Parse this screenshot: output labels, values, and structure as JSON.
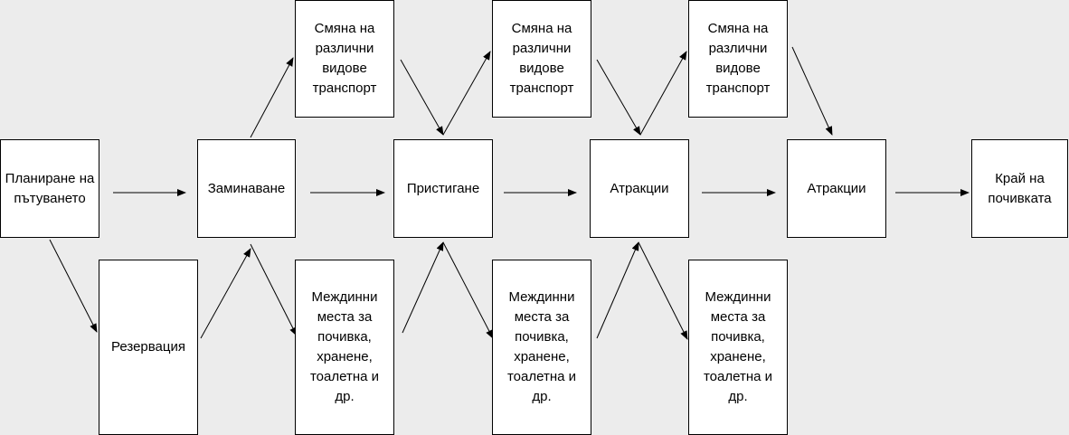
{
  "diagram": {
    "type": "flowchart",
    "nodes": {
      "plan": "Планиране на пътуването",
      "reservation": "Резервация",
      "departure": "Заминаване",
      "transport_1": "Смяна на различни видове транспорт",
      "stop_1": "Междинни места за почивка, хранене, тоалетна и др.",
      "arrival": "Пристигане",
      "transport_2": "Смяна на различни видове транспорт",
      "stop_2": "Междинни места за почивка, хранене, тоалетна и др.",
      "attractions_1": "Атракции",
      "transport_3": "Смяна на различни видове транспорт",
      "stop_3": "Междинни места за почивка, хранене, тоалетна и др.",
      "attractions_2": "Атракции",
      "end": "Край на почивката"
    },
    "edges": [
      [
        "plan",
        "departure"
      ],
      [
        "plan",
        "reservation"
      ],
      [
        "reservation",
        "departure"
      ],
      [
        "departure",
        "transport_1"
      ],
      [
        "departure",
        "arrival"
      ],
      [
        "departure",
        "stop_1"
      ],
      [
        "transport_1",
        "arrival"
      ],
      [
        "stop_1",
        "arrival"
      ],
      [
        "arrival",
        "transport_2"
      ],
      [
        "arrival",
        "attractions_1"
      ],
      [
        "arrival",
        "stop_2"
      ],
      [
        "transport_2",
        "attractions_1"
      ],
      [
        "stop_2",
        "attractions_1"
      ],
      [
        "attractions_1",
        "transport_3"
      ],
      [
        "attractions_1",
        "attractions_2"
      ],
      [
        "attractions_1",
        "stop_3"
      ],
      [
        "transport_3",
        "attractions_2"
      ],
      [
        "attractions_2",
        "end"
      ]
    ]
  },
  "colors": {
    "background": "#ececec",
    "box_fill": "#ffffff",
    "stroke": "#000000"
  }
}
